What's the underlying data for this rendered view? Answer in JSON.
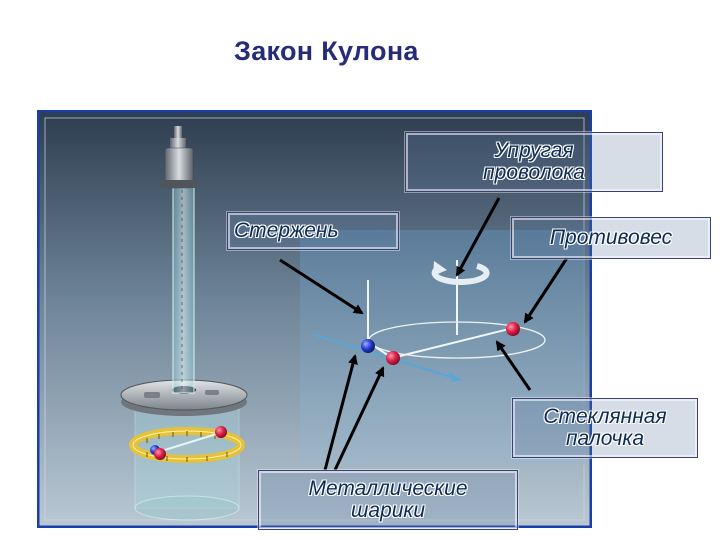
{
  "title": "Закон Кулона",
  "labels": {
    "wire": "Упругая\nпроволока",
    "rod": "Стержень",
    "counterweight": "Противовес",
    "glass_stick": "Стеклянная\nпалочка",
    "balls": "Металлические\nшарики"
  },
  "colors": {
    "title": "#262c78",
    "frame": "#1b3fa8",
    "ball_red": "#e0224a",
    "ball_blue": "#2a3fd0"
  }
}
